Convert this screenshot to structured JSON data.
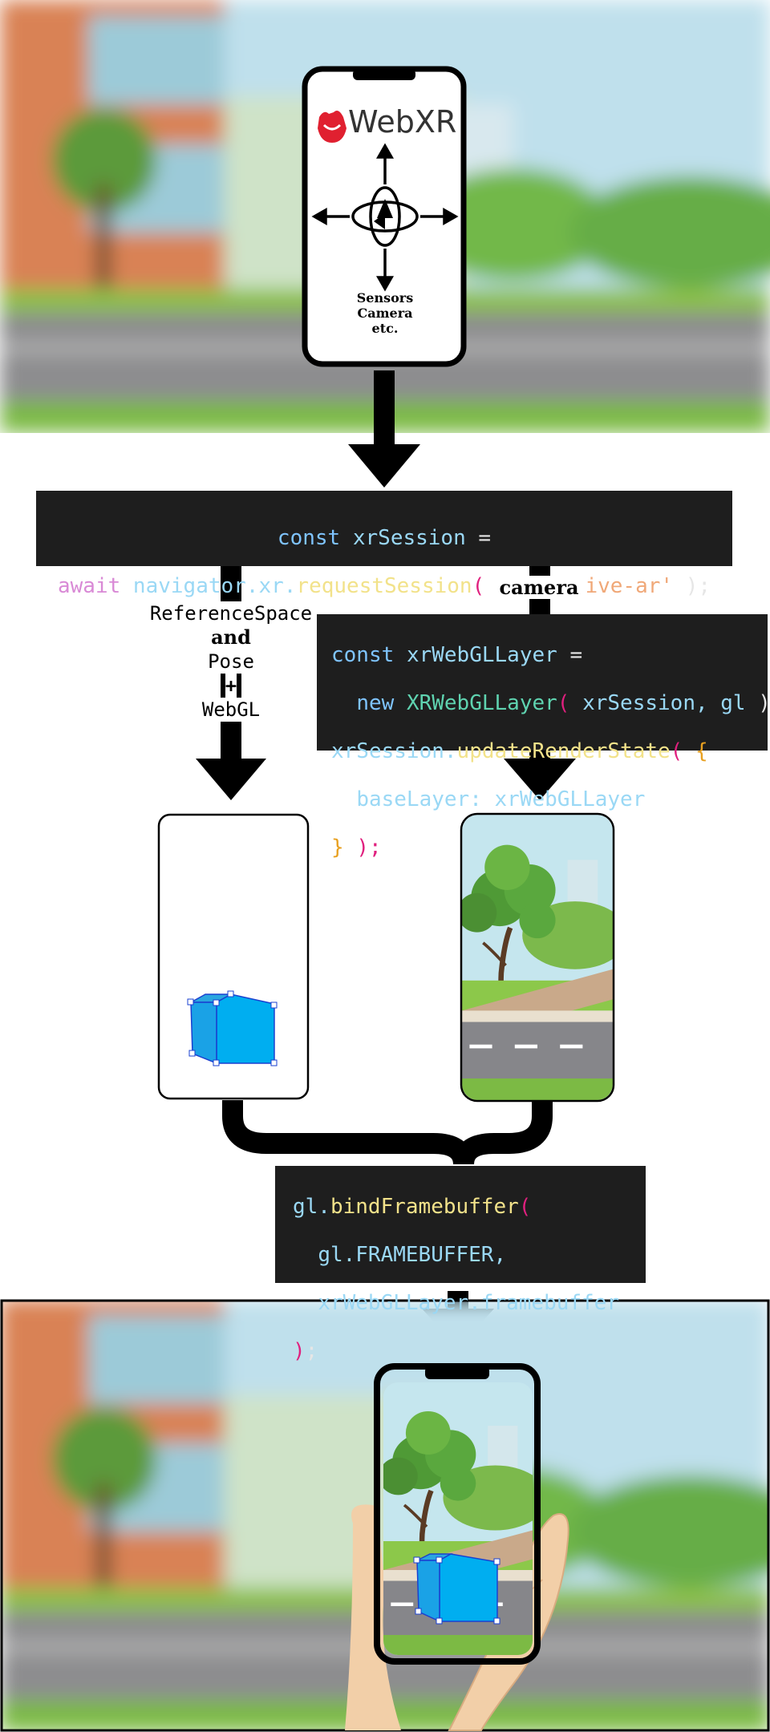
{
  "phone_top": {
    "logo_text": "WebXR",
    "sensors_lines": [
      "Sensors",
      "Camera",
      "etc."
    ]
  },
  "code_session": {
    "line1": {
      "kw": "const",
      "var": "xrSession",
      "op": "="
    },
    "line2": {
      "aw": "await",
      "obj": "navigator.xr.",
      "fn": "requestSession",
      "open": "(",
      "str": "'immersive-ar'",
      "close": ");"
    }
  },
  "left_branch": {
    "labels": [
      "ReferenceSpace",
      "and",
      "Pose",
      "+",
      "WebGL"
    ]
  },
  "right_branch": {
    "label": "camera"
  },
  "code_layer": {
    "l1": {
      "kw": "const",
      "var": "xrWebGLLayer",
      "op": "="
    },
    "l2": {
      "kw": "new",
      "cls": "XRWebGLLayer",
      "open": "(",
      "args": " xrSession, gl ",
      "close": ");"
    },
    "l3": {
      "obj": "xrSession.",
      "fn": "updateRenderState",
      "open": "(",
      "brace": "{"
    },
    "l4": {
      "prop": "baseLayer:",
      "var": "xrWebGLLayer"
    },
    "l5": {
      "brace": "}",
      "close": ");"
    }
  },
  "code_bind": {
    "l1": {
      "obj": "gl.",
      "fn": "bindFramebuffer",
      "open": "("
    },
    "l2": "gl.FRAMEBUFFER,",
    "l3": "xrWebGLLayer.framebuffer",
    "l4": {
      "close": ")",
      "semi": ";"
    }
  },
  "colors": {
    "code_bg": "#1e1e1e",
    "cube": "#00aef0",
    "webxr_logo": "#e02030",
    "sky": "#bfe0ec",
    "brick": "#d98254"
  }
}
